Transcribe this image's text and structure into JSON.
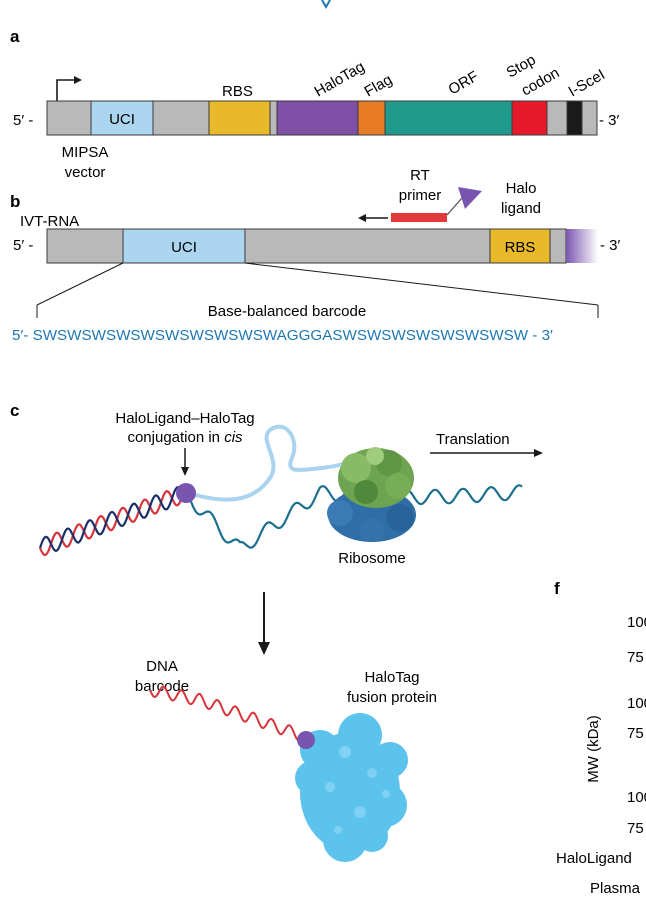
{
  "panel_a": {
    "letter": "a",
    "five_prime": "5′ -",
    "three_prime": "- 3′",
    "vector_line1": "MIPSA",
    "vector_line2": "vector",
    "segments": {
      "uci": "UCI",
      "rbs": "RBS",
      "halotag": "HaloTag",
      "flag": "Flag",
      "orf": "ORF",
      "stop_line1": "Stop",
      "stop_line2": "codon",
      "isce": "I-SceI"
    }
  },
  "panel_b": {
    "letter": "b",
    "ivt_rna": "IVT-RNA",
    "five_prime": "5′ -",
    "three_prime": "- 3′",
    "uci": "UCI",
    "rbs": "RBS",
    "rt_line1": "RT",
    "rt_line2": "primer",
    "halo_line1": "Halo",
    "halo_line2": "ligand",
    "barcode_title": "Base-balanced barcode",
    "barcode_seq": "5′- SWSWSWSWSWSWSWSWSWSWAGGGASWSWSWSWSWSWSWSW - 3′"
  },
  "panel_c": {
    "letter": "c",
    "conj_line1": "HaloLigand–HaloTag",
    "conj_line2": "conjugation in",
    "conj_cis": "cis",
    "translation": "Translation",
    "ribosome": "Ribosome",
    "dna_line1": "DNA",
    "dna_line2": "barcode",
    "fusion_line1": "HaloTag",
    "fusion_line2": "fusion protein"
  },
  "panel_f": {
    "letter": "f",
    "mw_label": "MW (kDa)",
    "ticks": [
      "100",
      "75",
      "100",
      "75",
      "100",
      "75"
    ],
    "row_label_1": "HaloLigand",
    "row_label_2": "Plasma"
  },
  "colors": {
    "gray": "#b9b9b9",
    "uci": "#acd6f0",
    "rbs": "#e8b92a",
    "halotag": "#7e4fa5",
    "flag": "#e87b26",
    "orf": "#1f9a8c",
    "stop": "#e5192a",
    "isce": "#1a1a1a",
    "barcode_blue": "#1f78b4",
    "rt_primer": "#e2393a",
    "ligand": "#7a55b0",
    "rna_teal": "#1c6f8e",
    "dna_red": "#d8343c",
    "dna_navy": "#1b2f6b",
    "mrna_light": "#a9d3ee",
    "protein": "#5cc3ec",
    "ribo_green": "#6ea451",
    "ribo_blue": "#2f6ea6"
  }
}
